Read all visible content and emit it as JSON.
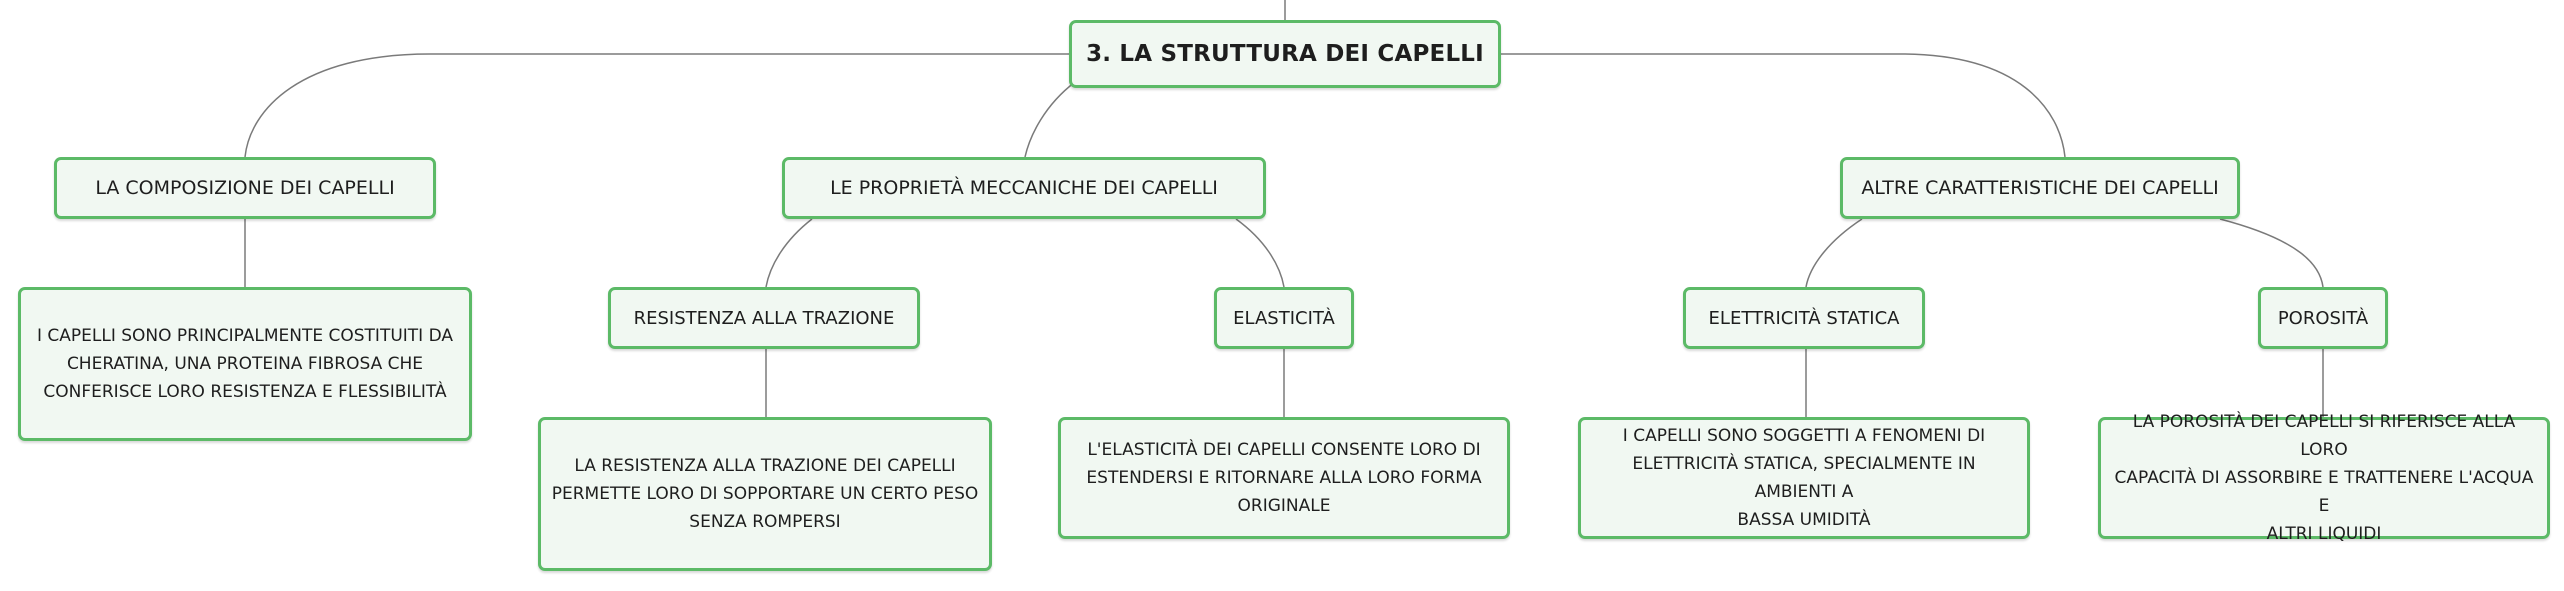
{
  "mindmap": {
    "root": {
      "label": "3. LA STRUTTURA DEI CAPELLI"
    },
    "branches": [
      {
        "label": "LA COMPOSIZIONE DEI CAPELLI",
        "description": "I CAPELLI SONO PRINCIPALMENTE COSTITUITI DA CHERATINA, UNA PROTEINA FIBROSA CHE CONFERISCE LORO RESISTENZA E FLESSIBILITÀ",
        "description_lines": [
          "I CAPELLI SONO PRINCIPALMENTE COSTITUITI DA",
          "CHERATINA, UNA PROTEINA FIBROSA CHE",
          "CONFERISCE LORO RESISTENZA E FLESSIBILITÀ"
        ]
      },
      {
        "label": "LE PROPRIETÀ MECCANICHE DEI CAPELLI",
        "children": [
          {
            "label": "RESISTENZA ALLA TRAZIONE",
            "description_lines": [
              "LA RESISTENZA ALLA TRAZIONE DEI CAPELLI",
              "PERMETTE LORO DI SOPPORTARE UN CERTO PESO",
              "SENZA ROMPERSI"
            ]
          },
          {
            "label": "ELASTICITÀ",
            "description_lines": [
              "L'ELASTICITÀ DEI CAPELLI CONSENTE LORO DI",
              "ESTENDERSI E RITORNARE ALLA LORO FORMA",
              "ORIGINALE"
            ]
          }
        ]
      },
      {
        "label": "ALTRE CARATTERISTICHE DEI CAPELLI",
        "children": [
          {
            "label": "ELETTRICITÀ STATICA",
            "description_lines": [
              "I CAPELLI SONO SOGGETTI A FENOMENI DI",
              "ELETTRICITÀ STATICA, SPECIALMENTE IN AMBIENTI A",
              "BASSA UMIDITÀ"
            ]
          },
          {
            "label": "POROSITÀ",
            "description_lines": [
              "LA POROSITÀ DEI CAPELLI SI RIFERISCE ALLA LORO",
              "CAPACITÀ DI ASSORBIRE E TRATTENERE L'ACQUA E",
              "ALTRI LIQUIDI"
            ]
          }
        ]
      }
    ]
  },
  "colors": {
    "node_border": "#5cba67",
    "node_fill": "#f1f8f2",
    "connector": "#7a7a7a",
    "text": "#1e1e1e"
  }
}
